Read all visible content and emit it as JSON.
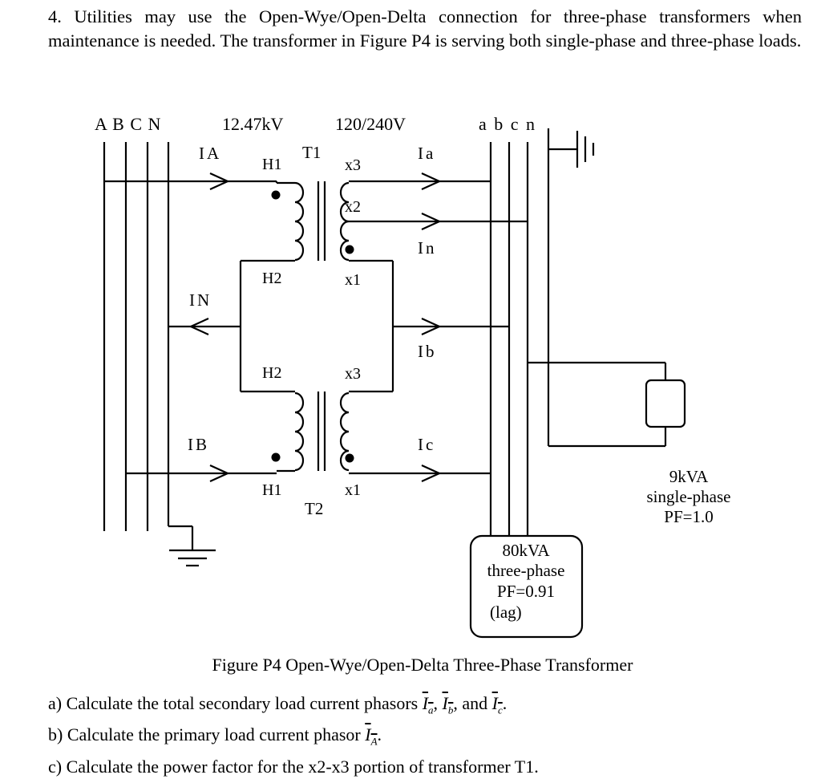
{
  "problem": {
    "text": "4. Utilities may use the Open-Wye/Open-Delta connection for three-phase transformers when maintenance is needed. The transformer in Figure P4 is serving both single-phase and three-phase loads."
  },
  "figure": {
    "primary_buses": "A B C N",
    "primary_voltage": "12.47kV",
    "secondary_voltage": "120/240V",
    "secondary_buses": "a b c n",
    "currents": {
      "IA": "IA",
      "IN": "IN",
      "IB": "IB",
      "Ia": "Ia",
      "In": "In",
      "Ib": "Ib",
      "Ic": "Ic"
    },
    "t1": {
      "name": "T1",
      "h1": "H1",
      "h2": "H2",
      "x1": "x1",
      "x2": "x2",
      "x3": "x3"
    },
    "t2": {
      "name": "T2",
      "h1": "H1",
      "h2": "H2",
      "x1": "x1",
      "x3": "x3"
    },
    "load_three_phase": {
      "rating": "80kVA",
      "type": "three-phase",
      "pf": "PF=0.91",
      "note": "(lag)"
    },
    "load_single_phase": {
      "rating": "9kVA",
      "type": "single-phase",
      "pf": "PF=1.0"
    },
    "caption": "Figure P4 Open-Wye/Open-Delta Three-Phase Transformer"
  },
  "questions": {
    "a_prefix": "a) Calculate the total secondary load current phasors",
    "a_ia": "I",
    "a_ia_sub": "a",
    "a_sep1": ", ",
    "a_ib": "I",
    "a_ib_sub": "b",
    "a_sep2": ", and ",
    "a_ic": "I",
    "a_ic_sub": "c",
    "a_end": ".",
    "b_prefix": "b) Calculate the primary load current phasor",
    "b_ia": "I",
    "b_ia_sub": "A",
    "b_end": ".",
    "c_text": "c) Calculate the power factor for the x2-x3 portion of transformer T1."
  }
}
